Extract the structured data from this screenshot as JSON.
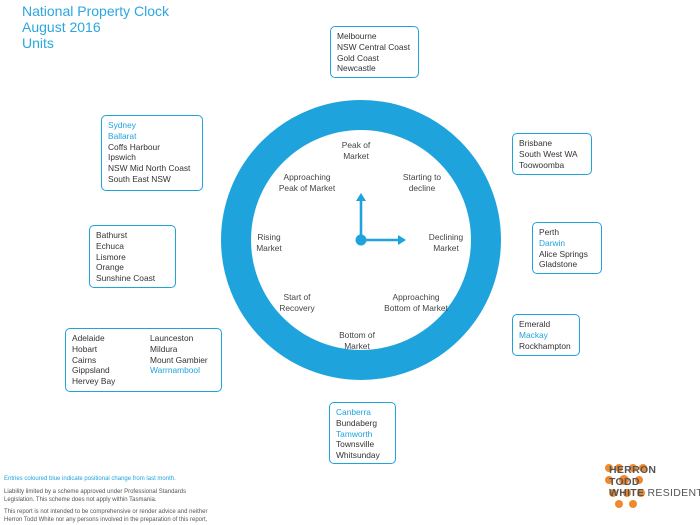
{
  "title": {
    "line1": "National Property Clock",
    "line2": "August 2016",
    "line3": "Units"
  },
  "clock": {
    "colors": {
      "ring": "#1fa3dd",
      "hands": "#1fa3dd"
    },
    "labels": {
      "peak": [
        "Peak of",
        "Market"
      ],
      "starting_decline": [
        "Starting to",
        "decline"
      ],
      "declining": [
        "Declining",
        "Market"
      ],
      "approaching_bottom": [
        "Approaching",
        "Bottom of Market"
      ],
      "bottom": [
        "Bottom of",
        "Market"
      ],
      "start_recovery": [
        "Start of",
        "Recovery"
      ],
      "rising": [
        "Rising",
        "Market"
      ],
      "approaching_peak": [
        "Approaching",
        "Peak of Market"
      ]
    }
  },
  "regions": {
    "peak": [
      {
        "name": "Melbourne",
        "blue": false
      },
      {
        "name": "NSW Central Coast",
        "blue": false
      },
      {
        "name": "Gold Coast",
        "blue": false
      },
      {
        "name": "Newcastle",
        "blue": false
      }
    ],
    "starting_decline": [
      {
        "name": "Brisbane",
        "blue": false
      },
      {
        "name": "South West WA",
        "blue": false
      },
      {
        "name": "Toowoomba",
        "blue": false
      }
    ],
    "declining": [
      {
        "name": "Perth",
        "blue": false
      },
      {
        "name": "Darwin",
        "blue": true
      },
      {
        "name": "Alice Springs",
        "blue": false
      },
      {
        "name": "Gladstone",
        "blue": false
      }
    ],
    "approaching_bottom": [
      {
        "name": "Emerald",
        "blue": false
      },
      {
        "name": "Mackay",
        "blue": true
      },
      {
        "name": "Rockhampton",
        "blue": false
      }
    ],
    "bottom": [
      {
        "name": "Canberra",
        "blue": true
      },
      {
        "name": "Bundaberg",
        "blue": false
      },
      {
        "name": "Tamworth",
        "blue": true
      },
      {
        "name": "Townsville",
        "blue": false
      },
      {
        "name": "Whitsunday",
        "blue": false
      }
    ],
    "start_recovery_col1": [
      {
        "name": "Adelaide",
        "blue": false
      },
      {
        "name": "Hobart",
        "blue": false
      },
      {
        "name": "Cairns",
        "blue": false
      },
      {
        "name": "Gippsland",
        "blue": false
      },
      {
        "name": "Hervey Bay",
        "blue": false
      }
    ],
    "start_recovery_col2": [
      {
        "name": "Launceston",
        "blue": false
      },
      {
        "name": "Mildura",
        "blue": false
      },
      {
        "name": "Mount Gambier",
        "blue": false
      },
      {
        "name": "Warrnambool",
        "blue": true
      }
    ],
    "rising": [
      {
        "name": "Bathurst",
        "blue": false
      },
      {
        "name": "Echuca",
        "blue": false
      },
      {
        "name": "Lismore",
        "blue": false
      },
      {
        "name": "Orange",
        "blue": false
      },
      {
        "name": "Sunshine Coast",
        "blue": false
      }
    ],
    "approaching_peak": [
      {
        "name": "Sydney",
        "blue": true
      },
      {
        "name": "Ballarat",
        "blue": true
      },
      {
        "name": "Coffs Harbour",
        "blue": false
      },
      {
        "name": "Ipswich",
        "blue": false
      },
      {
        "name": "NSW Mid North Coast",
        "blue": false
      },
      {
        "name": "South East NSW",
        "blue": false
      }
    ]
  },
  "footer": {
    "note": "Entries coloured blue indicate positional change from last month.",
    "liability1": "Liability limited by a scheme approved under Professional Standards",
    "liability2": "Legislation. This scheme does not apply within Tasmania.",
    "disclaimer": "This report is not intended to be comprehensive or render advice and neither",
    "disclaimer2": "Herron Todd White nor any persons involved in the preparation of this report,"
  },
  "logo": {
    "line1": "HERRON",
    "line2": "TODD",
    "line3": "WHITE",
    "line3b": "RESIDENTIAL",
    "color": "#f08a2c"
  }
}
